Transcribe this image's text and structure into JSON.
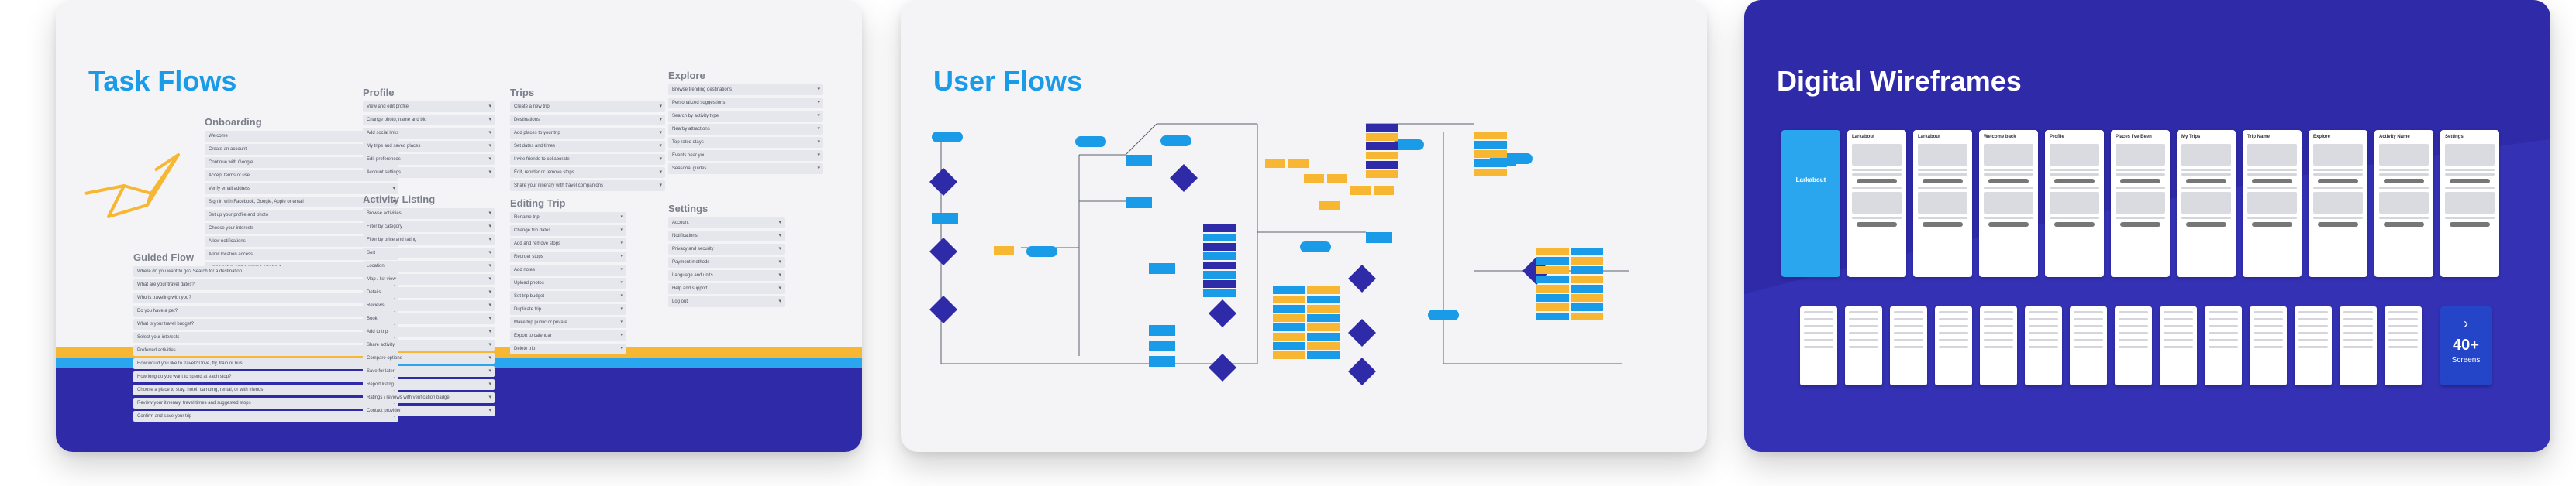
{
  "task_flows": {
    "title": "Task Flows",
    "sections": [
      {
        "id": "onboarding",
        "title": "Onboarding",
        "items": [
          "Welcome",
          "Create an account",
          "Continue with Google",
          "Accept terms of use",
          "Verify email address",
          "Sign in with Facebook, Google, Apple or email",
          "Set up your profile and photo",
          "Choose your interests",
          "Allow notifications",
          "Allow location access",
          "Finish setup and explore Larkabout"
        ]
      },
      {
        "id": "guided",
        "title": "Guided Flow",
        "items": [
          "Where do you want to go? Search for a destination",
          "What are your travel dates?",
          "Who is traveling with you?",
          "Do you have a pet?",
          "What is your travel budget?",
          "Select your interests",
          "Preferred activities",
          "How would you like to travel? Drive, fly, train or bus",
          "How long do you want to spend at each stop?",
          "Choose a place to stay: hotel, camping, rental, or with friends",
          "Review your itinerary, travel times and suggested stops",
          "Confirm and save your trip"
        ]
      },
      {
        "id": "profile",
        "title": "Profile",
        "items": [
          "View and edit profile",
          "Change photo, name and bio",
          "Add social links",
          "My trips and saved places",
          "Edit preferences",
          "Account settings"
        ]
      },
      {
        "id": "activity",
        "title": "Activity Listing",
        "items": [
          "Browse activities",
          "Filter by category",
          "Filter by price and rating",
          "Sort",
          "Location",
          "Map / list view",
          "Details",
          "Reviews",
          "Book",
          "Add to trip",
          "Share activity",
          "Compare options",
          "Save for later",
          "Report listing",
          "Ratings / reviews with verification badge",
          "Contact provider"
        ]
      },
      {
        "id": "trips",
        "title": "Trips",
        "items": [
          "Create a new trip",
          "Destinations",
          "Add places to your trip",
          "Set dates and times",
          "Invite friends to collaborate",
          "Edit, reorder or remove stops",
          "Share your itinerary with travel companions"
        ]
      },
      {
        "id": "editing",
        "title": "Editing Trip",
        "items": [
          "Rename trip",
          "Change trip dates",
          "Add and remove stops",
          "Reorder stops",
          "Add notes",
          "Upload photos",
          "Set trip budget",
          "Duplicate trip",
          "Make trip public or private",
          "Export to calendar",
          "Delete trip"
        ]
      },
      {
        "id": "explore",
        "title": "Explore",
        "items": [
          "Browse trending destinations",
          "Personalized suggestions",
          "Search by activity type",
          "Nearby attractions",
          "Top rated stays",
          "Events near you",
          "Seasonal guides"
        ]
      },
      {
        "id": "settings",
        "title": "Settings",
        "items": [
          "Account",
          "Notifications",
          "Privacy and security",
          "Payment methods",
          "Language and units",
          "Help and support",
          "Log out"
        ]
      }
    ]
  },
  "user_flows": {
    "title": "User Flows"
  },
  "wireframes": {
    "title": "Digital Wireframes",
    "screens": [
      {
        "kind": "brand",
        "title": "Larkabout"
      },
      {
        "kind": "screen",
        "title": "Larkabout"
      },
      {
        "kind": "screen",
        "title": "Larkabout"
      },
      {
        "kind": "screen",
        "title": "Welcome back"
      },
      {
        "kind": "screen",
        "title": "Profile"
      },
      {
        "kind": "screen",
        "title": "Places I've Been"
      },
      {
        "kind": "screen",
        "title": "My Trips"
      },
      {
        "kind": "screen",
        "title": "Trip Name"
      },
      {
        "kind": "screen",
        "title": "Explore"
      },
      {
        "kind": "screen",
        "title": "Activity Name"
      },
      {
        "kind": "screen",
        "title": "Settings"
      }
    ],
    "more_count": "40+",
    "more_label": "Screens"
  },
  "colors": {
    "blue": "#1a9be8",
    "navy": "#2e2aa8",
    "yellow": "#f7b733",
    "panel": "#f4f4f6"
  }
}
